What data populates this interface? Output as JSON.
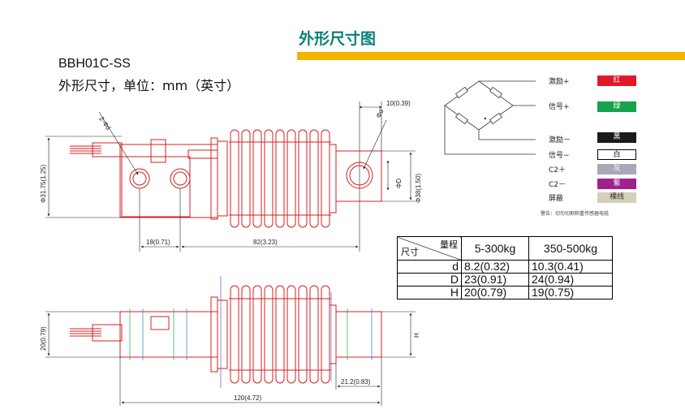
{
  "header": {
    "title": "外形尺寸图"
  },
  "model": "BBH01C-SS",
  "subtitle": "外形尺寸，单位：mm（英寸）",
  "top_dims": {
    "hole_top": "2-Φd",
    "hole_right": "Φd",
    "right_gap": "10(0.39)",
    "height_left": "Φ31.75(1.25)",
    "diam_D": "ΦD",
    "height_right": "Φ38(1.50)",
    "len_a": "18(0.71)",
    "len_b": "82(3.23)"
  },
  "bottom_dims": {
    "height_left": "20(0.79)",
    "H": "H",
    "len_c": "21.2(0.83)",
    "total": "120(4.72)"
  },
  "wiring": {
    "labels": [
      "激励+",
      "信号+",
      "激励－",
      "信号−",
      "C2＋",
      "C2－",
      "屏蔽"
    ],
    "colors": [
      {
        "text": "红",
        "bg": "#e0192a",
        "fg": "#ffffff"
      },
      {
        "text": "绿",
        "bg": "#16a34a",
        "fg": "#ffffff"
      },
      {
        "text": "黑",
        "bg": "#1a1a1a",
        "fg": "#ffffff"
      },
      {
        "text": "白",
        "bg": "#ffffff",
        "fg": "#111111"
      },
      {
        "text": "灰",
        "bg": "#a8a8b8",
        "fg": "#ffffff"
      },
      {
        "text": "紫",
        "bg": "#a0208e",
        "fg": "#ffffff"
      },
      {
        "text": "裸线",
        "bg": "#d4cfb6",
        "fg": "#333333"
      }
    ],
    "warning": "警告：切勿切割称重传感器电缆"
  },
  "spec_table": {
    "corner_top": "量程",
    "corner_bottom": "尺寸",
    "columns": [
      "5-300kg",
      "350-500kg"
    ],
    "rows": [
      {
        "label": "d",
        "values": [
          "8.2(0.32)",
          "10.3(0.41)"
        ]
      },
      {
        "label": "D",
        "values": [
          "23(0.91)",
          "24(0.94)"
        ]
      },
      {
        "label": "H",
        "values": [
          "20(0.79)",
          "19(0.75)"
        ]
      }
    ]
  }
}
